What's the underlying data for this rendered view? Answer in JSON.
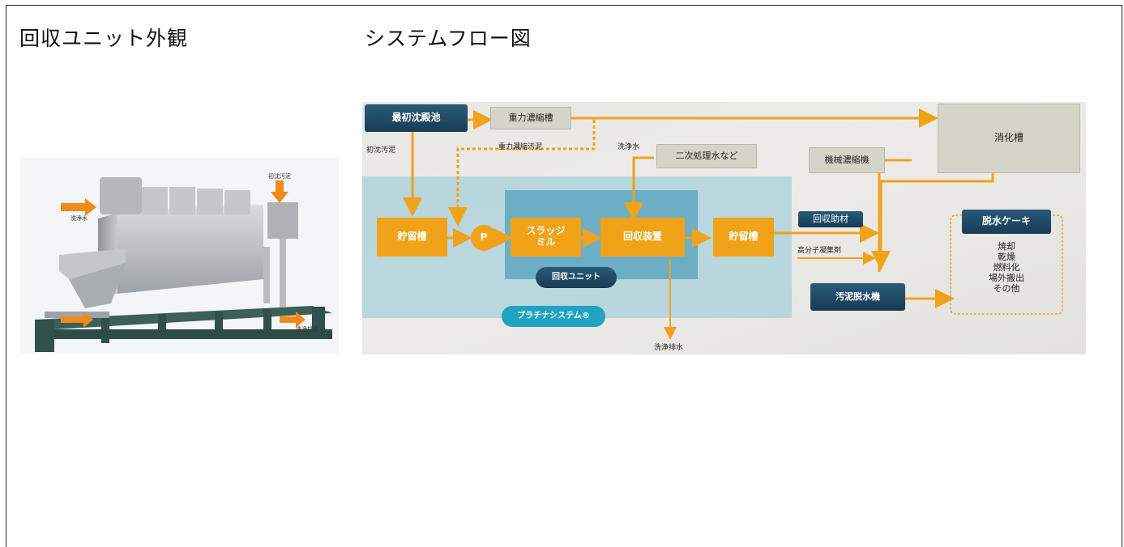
{
  "headings": {
    "left": "回収ユニット外観",
    "right": "システムフロー図"
  },
  "photo": {
    "labels": {
      "wash_water": "洗浄水",
      "primary_sludge": "初沈汚泥",
      "wash_drain": "洗浄排水"
    }
  },
  "flow": {
    "boxes": {
      "primary_tank": "最初沈殿池",
      "gravity_thickener": "重力濃縮槽",
      "digester": "消化槽",
      "secondary_water": "二次処理水など",
      "mech_thickener": "機械濃縮機",
      "storage_tank_1": "貯留槽",
      "pump": "P",
      "sludge_mill": "スラッジ\nミル",
      "recovery_device": "回収装置",
      "storage_tank_2": "貯留槽",
      "recovery_aid": "回収助材",
      "cake": "脱水ケーキ",
      "dewatering": "汚泥脱水機",
      "recovery_unit": "回収ユニット",
      "platina_system": "プラチナシステム®"
    },
    "labels": {
      "primary_sludge": "初沈汚泥",
      "gravity_sludge": "重力濃縮汚泥",
      "wash_water": "洗浄水",
      "polymer": "高分子凝集剤",
      "wash_drain": "洗浄排水"
    },
    "cake_uses": [
      "焼却",
      "乾燥",
      "燃料化",
      "場外搬出",
      "その他"
    ]
  },
  "colors": {
    "orange": "#f0a219",
    "navy": "#1f4a66",
    "teal": "#1fa3c0",
    "blue_zone": "#8fc6d6"
  }
}
